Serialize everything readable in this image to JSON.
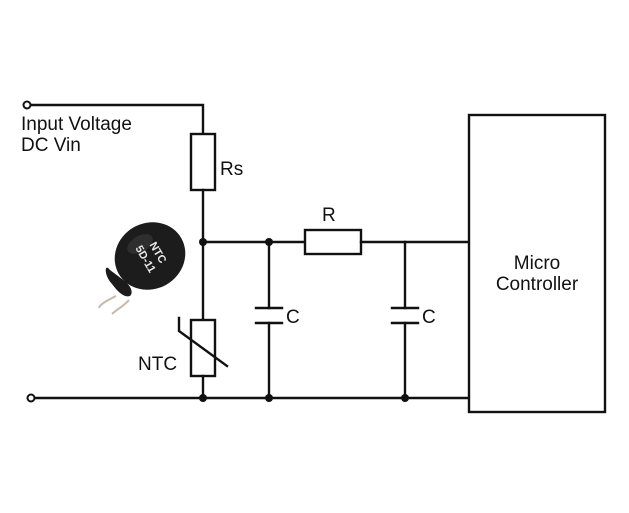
{
  "diagram": {
    "title": "NTC thermistor temperature sensing circuit",
    "labels": {
      "input_line1": "Input Voltage",
      "input_line2": "DC Vin",
      "rs": "Rs",
      "r": "R",
      "c1": "C",
      "c2": "C",
      "ntc": "NTC",
      "mc_line1": "Micro",
      "mc_line2": "Controller"
    },
    "component_photo": {
      "name": "NTC thermistor disc",
      "print_line1": "NTC",
      "print_line2": "5D-11",
      "body_color": "#1c1c1c"
    },
    "colors": {
      "wire": "#111111",
      "background": "#ffffff"
    }
  }
}
